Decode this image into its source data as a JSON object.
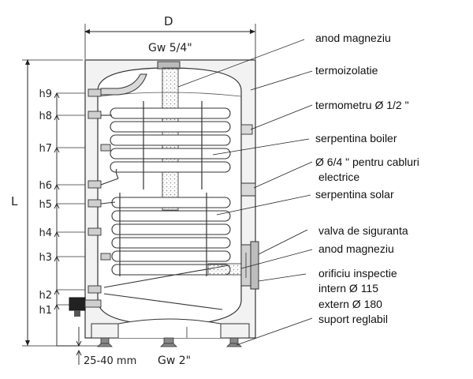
{
  "dimensions": {
    "width": "D",
    "height": "L",
    "top_connection": "Gw 5/4\"",
    "bottom_connection": "Gw 2\"",
    "foot_adjust": "25-40 mm"
  },
  "heights": [
    "h9",
    "h8",
    "h7",
    "h6",
    "h5",
    "h4",
    "h3",
    "h2",
    "h1"
  ],
  "callouts": [
    "anod magneziu",
    "termoizolatie",
    "termometru Ø 1/2 \"",
    "serpentina boiler",
    "Ø 6/4 \" pentru cabluri",
    "electrice",
    "serpentina solar",
    "valva de siguranta",
    "anod magneziu",
    "orificiu inspectie",
    "intern Ø 115",
    "extern Ø 180",
    "suport reglabil"
  ]
}
